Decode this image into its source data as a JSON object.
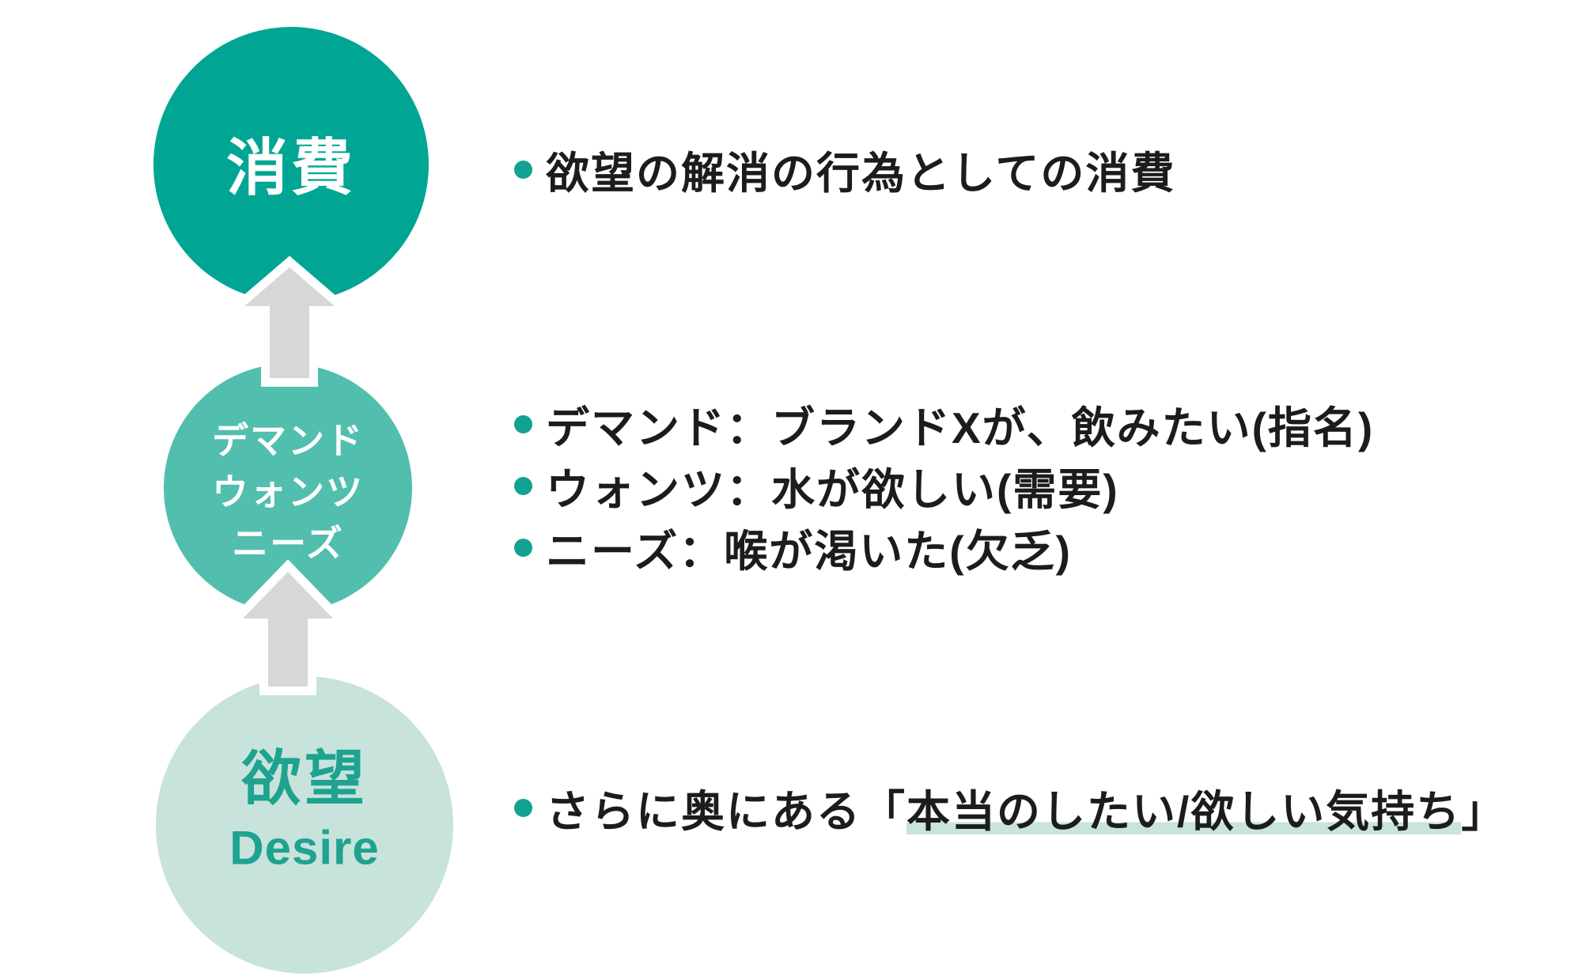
{
  "colors": {
    "background": "#FFFFFF",
    "circle-top": "#00A693",
    "circle-mid": "#52BEAD",
    "circle-bottom": "#C7E3DC",
    "circle-top-text": "#FFFFFF",
    "circle-mid-text": "#FFFFFF",
    "circle-bottom-text": "#1FA390",
    "arrow": "#D7D7D7",
    "arrow-outline": "#FFFFFF",
    "bullet-dot": "#12A291",
    "body-text": "#1C1C1C",
    "highlight": "#C9E3DD"
  },
  "funnel": {
    "stages": [
      {
        "id": "consumption",
        "title": "消費"
      },
      {
        "id": "demand-wants-needs",
        "lines": [
          "デマンド",
          "ウォンツ",
          "ニーズ"
        ]
      },
      {
        "id": "desire",
        "title": "欲望",
        "subtitle": "Desire"
      }
    ]
  },
  "notes": {
    "consumption": {
      "items": [
        {
          "text": "欲望の解消の行為としての消費"
        }
      ]
    },
    "demand_wants_needs": {
      "items": [
        {
          "text": "デマンド：ブランドXが、飲みたい(指名)"
        },
        {
          "text": "ウォンツ：水が欲しい(需要)"
        },
        {
          "text": "ニーズ：喉が渇いた(欠乏)"
        }
      ]
    },
    "desire": {
      "items": [
        {
          "prefix": "さらに奥にある「",
          "highlighted": "本当のしたい/欲しい気持ち",
          "suffix": "」"
        }
      ]
    }
  }
}
